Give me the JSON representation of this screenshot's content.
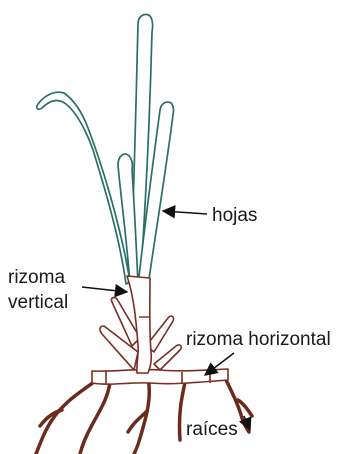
{
  "labels": {
    "leaves": "hojas",
    "vertical_rhizome_line1": "rizoma",
    "vertical_rhizome_line2": "vertical",
    "horizontal_rhizome": "rizoma horizontal",
    "roots": "raíces"
  },
  "colors": {
    "leaf": "#2a6e68",
    "rhizome": "#7a2e22",
    "root": "#6b2b1c",
    "arrow": "#111111",
    "text": "#1a1a1a"
  }
}
